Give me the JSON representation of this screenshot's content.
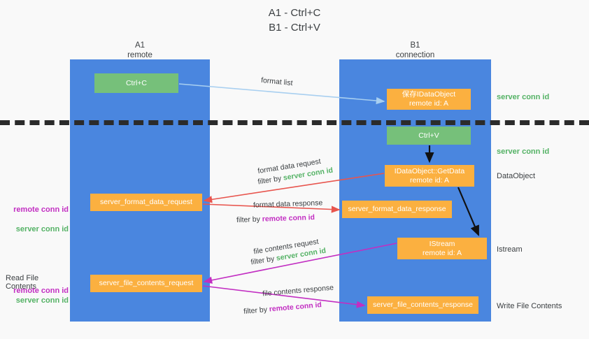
{
  "title": "A1 - Ctrl+C\nB1 - Ctrl+V",
  "lanes": {
    "a": {
      "header": "A1\nremote"
    },
    "b": {
      "header": "B1\nconnection"
    }
  },
  "boxes": {
    "ctrl_c": "Ctrl+C",
    "save_idataobject": "保存IDataObject\nremote id: A",
    "ctrl_v": "Ctrl+V",
    "get_data": "IDataObject::GetData\nremote id: A",
    "format_data_response": "server_format_data_response",
    "istream": "IStream\nremote id: A",
    "format_data_request": "server_format_data_request",
    "file_contents_request": "server_file_contents_request",
    "file_contents_response": "server_file_contents_response"
  },
  "right_labels": {
    "server_conn_id_top": "server conn id",
    "server_conn_id_mid": "server conn id",
    "dataobject": "DataObject",
    "istream": "Istream",
    "write_file_contents": "Write File Contents"
  },
  "left_labels": {
    "remote_conn_id_1": "remote conn id",
    "server_conn_id_1": "server conn id",
    "read_file_contents": "Read File Contents",
    "remote_conn_id_2": "remote conn id",
    "server_conn_id_2": "server conn id"
  },
  "edge_captions": {
    "format_list": "format list",
    "format_data_request": "format data request",
    "format_data_request_filter_prefix": "filter by ",
    "format_data_request_filter_value": "server conn id",
    "format_data_response": "format data response",
    "format_data_response_filter_prefix": "filter by ",
    "format_data_response_filter_value": "remote conn id",
    "file_contents_request": "file contents request",
    "file_contents_request_filter_prefix": "filter by ",
    "file_contents_request_filter_value": "server conn id",
    "file_contents_response": "file contents response",
    "file_contents_response_filter_prefix": "filter by ",
    "file_contents_response_filter_value": "remote conn id"
  },
  "colors": {
    "lane_blue": "#4a86df",
    "box_orange": "#fbb040",
    "box_green": "#76c07a",
    "server_conn_green": "#54b265",
    "remote_conn_purple": "#c22ec2",
    "arrow_light_blue": "#a8cff0",
    "arrow_red": "#e8554e",
    "arrow_magenta": "#c22ec2",
    "arrow_black": "#111111",
    "background": "#f9f9f9"
  }
}
